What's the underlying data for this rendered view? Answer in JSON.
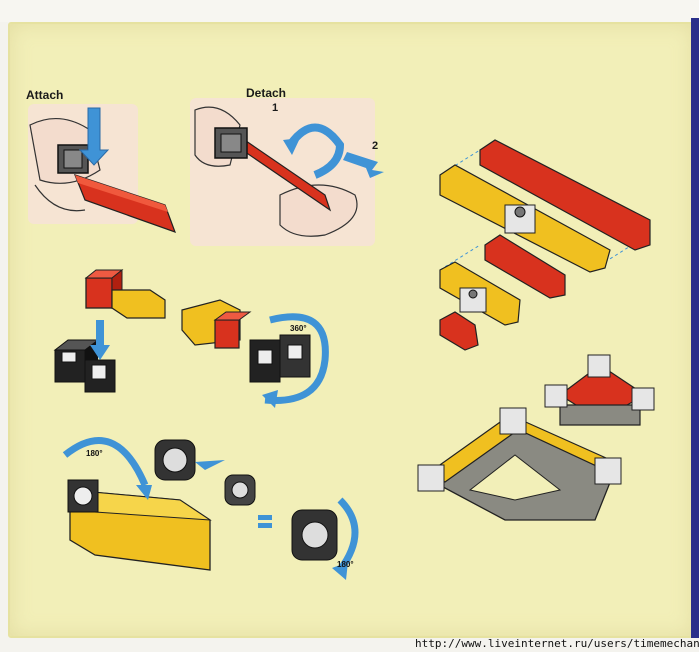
{
  "labels": {
    "attach": "Attach",
    "detach": "Detach",
    "step1": "1",
    "step2": "2",
    "rot360": "360°",
    "rot180a": "180°",
    "rot180b": "180°"
  },
  "footer": {
    "url": "http://www.liveinternet.ru/users/timemechanic/"
  },
  "colors": {
    "page": "#f2efb8",
    "red": "#d8321e",
    "yellow": "#f0c020",
    "gray": "#8a8a82",
    "blue_arrow": "#3f93d6",
    "skin": "#f6e2d6"
  }
}
